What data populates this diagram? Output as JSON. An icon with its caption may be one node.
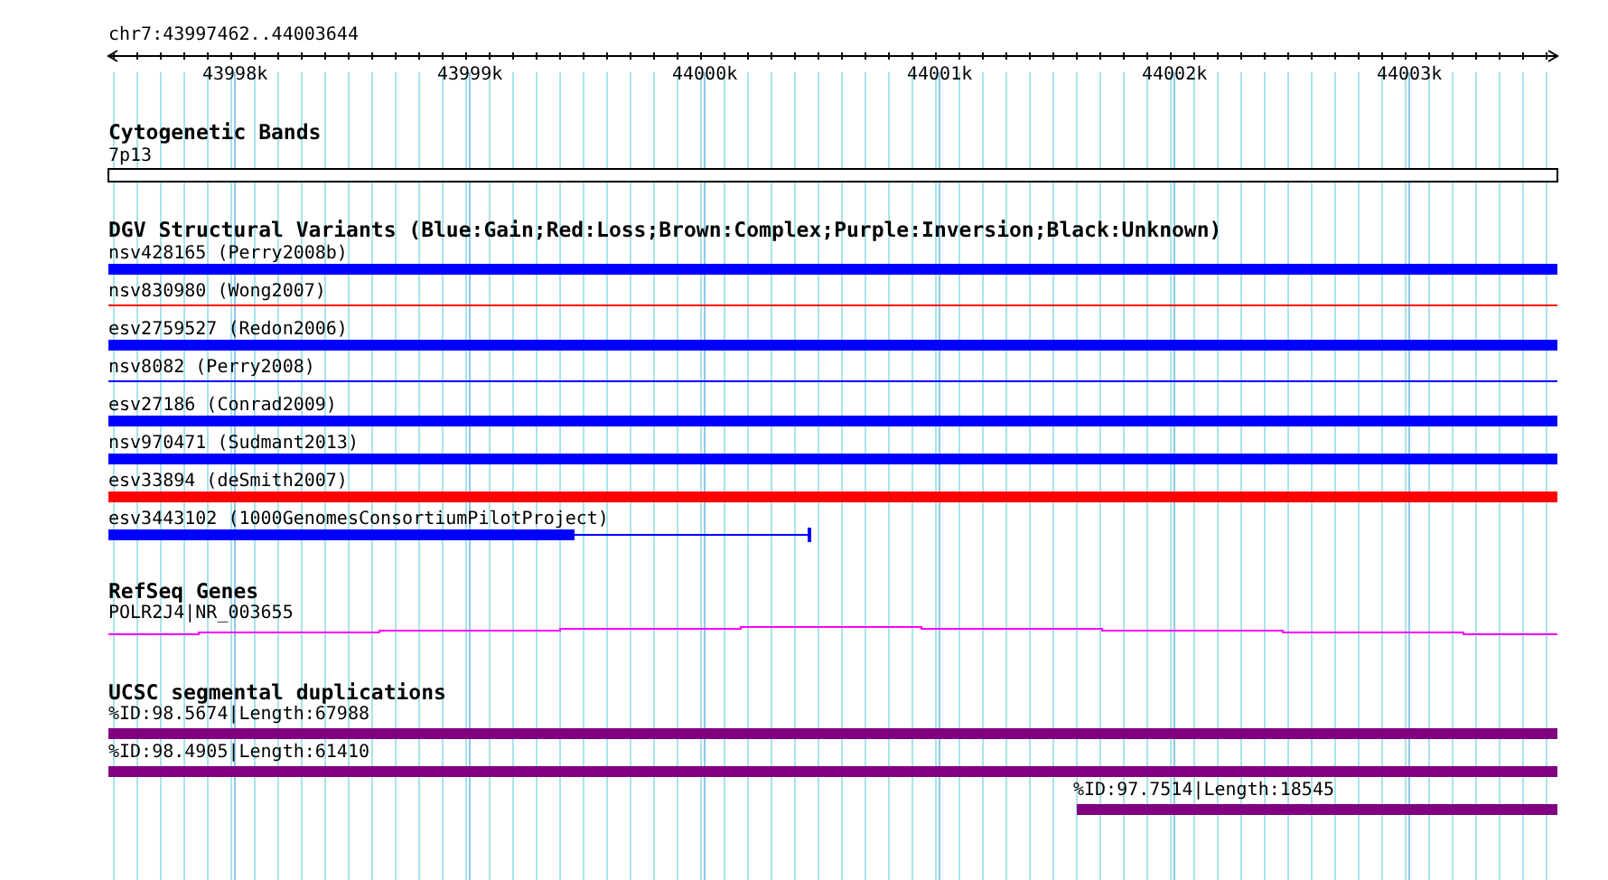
{
  "diagram": {
    "labels": [
      "chr7:43997462..44003644",
      "43998k",
      "43999k",
      "44000k",
      "44001k",
      "44002k",
      "44003k",
      "Cytogenetic Bands",
      "7p13",
      "DGV Structural Variants (Blue:Gain;Red:Loss;Brown:Complex;Purple:Inversion;Black:Unknown)",
      "nsv428165 (Perry2008b)",
      "nsv830980 (Wong2007)",
      "esv2759527 (Redon2006)",
      "nsv8082 (Perry2008)",
      "esv27186 (Conrad2009)",
      "nsv970471 (Sudmant2013)",
      "esv33894 (deSmith2007)",
      "esv3443102 (1000GenomesConsortiumPilotProject)",
      "RefSeq Genes",
      "POLR2J4|NR_003655",
      "UCSC segmental duplications",
      "%ID:98.5674|Length:67988",
      "%ID:98.4905|Length:61410",
      "%ID:97.7514|Length:18545"
    ]
  }
}
